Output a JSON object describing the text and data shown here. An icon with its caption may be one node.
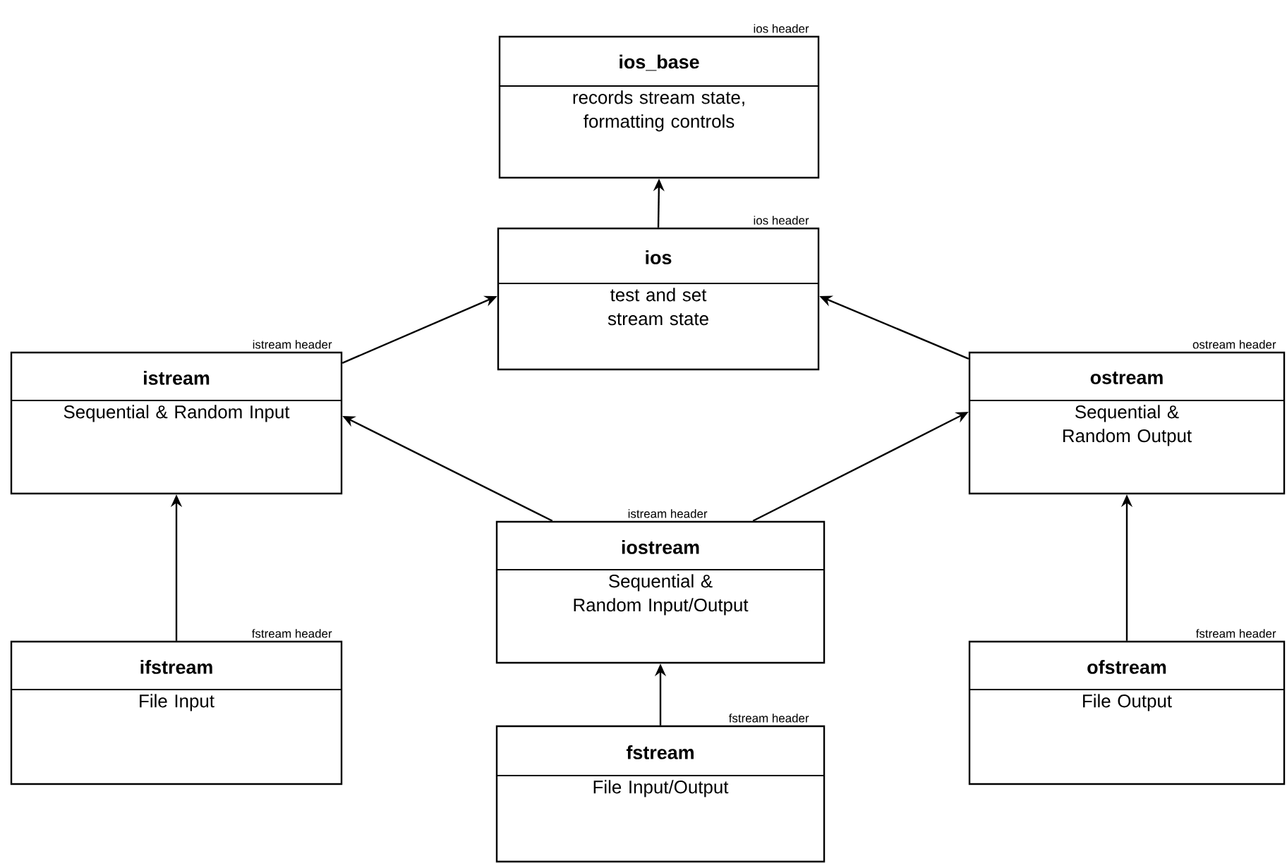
{
  "diagram": {
    "nodes": [
      {
        "text": [
          "ios_base",
          "records stream state, formatting controls"
        ],
        "beside": [
          "ios header"
        ]
      },
      {
        "text": [
          "ios",
          "test and set stream state"
        ],
        "beside": [
          "ios header"
        ]
      },
      {
        "text": [
          "istream",
          "Sequential & Random Input"
        ],
        "beside": [
          "istream header"
        ]
      },
      {
        "text": [
          "ostream",
          "Sequential & Random Output"
        ],
        "beside": [
          "ostream header"
        ]
      },
      {
        "text": [
          "iostream",
          "Sequential & Random Input/Output"
        ],
        "beside": [
          "istream header"
        ]
      },
      {
        "text": [
          "ifstream",
          "File Input"
        ],
        "beside": [
          "fstream header"
        ]
      },
      {
        "text": [
          "fstream",
          "File Input/Output"
        ],
        "beside": [
          "fstream header"
        ]
      },
      {
        "text": [
          "ofstream",
          "File Output"
        ],
        "beside": [
          "fstream header"
        ]
      }
    ],
    "edges": [
      {
        "from": 1,
        "to": 0,
        "arrow": "to"
      },
      {
        "from": 2,
        "to": 1,
        "arrow": "to"
      },
      {
        "from": 3,
        "to": 1,
        "arrow": "to"
      },
      {
        "from": 4,
        "to": 2,
        "arrow": "to"
      },
      {
        "from": 4,
        "to": 3,
        "arrow": "to"
      },
      {
        "from": 5,
        "to": 2,
        "arrow": "to"
      },
      {
        "from": 6,
        "to": 4,
        "arrow": "to"
      },
      {
        "from": 7,
        "to": 3,
        "arrow": "to"
      }
    ]
  }
}
